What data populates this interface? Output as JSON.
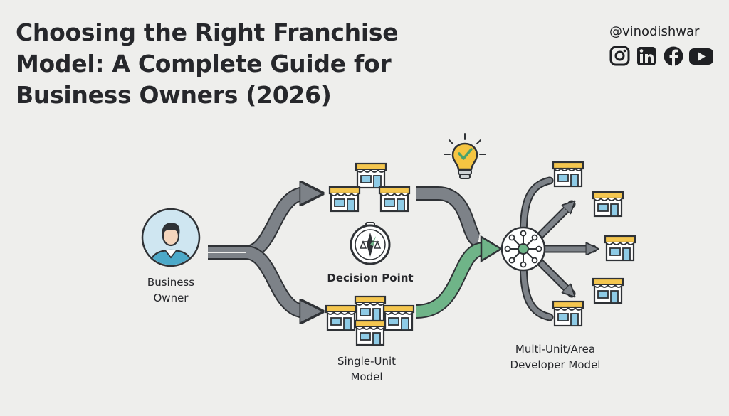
{
  "title_lines": [
    "Choosing the Right Franchise",
    "Model: A Complete Guide for",
    "Business Owners (2026)"
  ],
  "handle": "@vinodishwar",
  "social_icons": [
    "instagram-icon",
    "linkedin-icon",
    "facebook-icon",
    "youtube-icon"
  ],
  "nodes": {
    "owner": {
      "lines": [
        "Business",
        "Owner"
      ]
    },
    "decision": {
      "label": "Decision Point"
    },
    "single_unit": {
      "lines": [
        "Single-Unit",
        "Model"
      ]
    },
    "multi_unit": {
      "lines": [
        "Multi-Unit/Area",
        "Developer Model"
      ]
    }
  },
  "colors": {
    "background": "#eeeeec",
    "text": "#26272b",
    "arrow_gray": "#7d8288",
    "arrow_green": "#6fb488",
    "store_blue": "#8ecbe6",
    "awning_yellow": "#f4c64f",
    "bulb_yellow": "#f5c542",
    "check_green": "#4aa36c"
  }
}
